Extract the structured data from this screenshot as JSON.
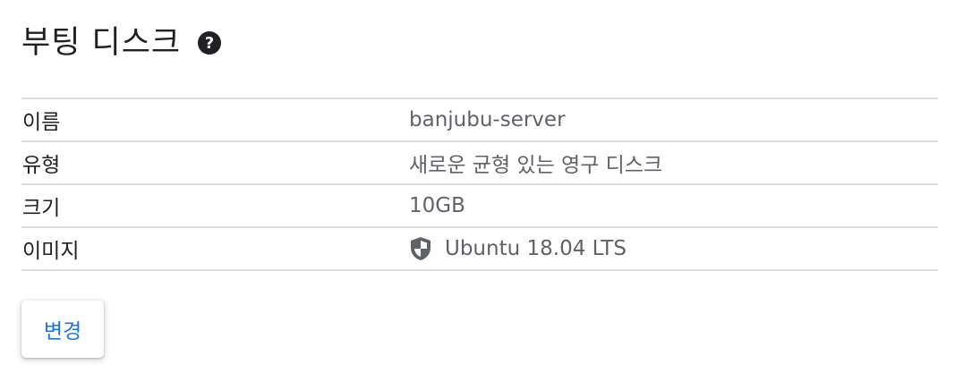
{
  "header": {
    "title": "부팅 디스크",
    "help_icon": "help-circle-icon"
  },
  "details": {
    "rows": [
      {
        "label": "이름",
        "value": "banjubu-server"
      },
      {
        "label": "유형",
        "value": "새로운 균형 있는 영구 디스크"
      },
      {
        "label": "크기",
        "value": "10GB"
      },
      {
        "label": "이미지",
        "value": "Ubuntu 18.04 LTS",
        "icon": "shield-icon"
      }
    ]
  },
  "actions": {
    "change_label": "변경"
  },
  "colors": {
    "primary_text": "#202124",
    "secondary_text": "#5f6368",
    "divider": "#dadce0",
    "accent": "#1a73e8"
  }
}
